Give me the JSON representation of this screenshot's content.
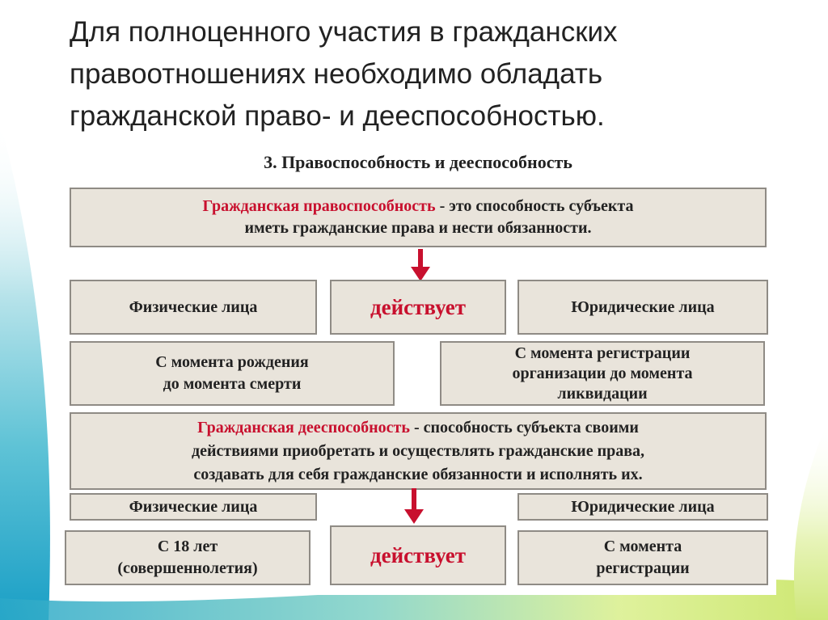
{
  "slide": {
    "title": "Для полноценного участия в гражданских\nправоотношениях необходимо обладать\nгражданской право- и дееспособностью."
  },
  "diagram": {
    "heading": "3. Правоспособность и дееспособность",
    "legal_capacity": {
      "term": "Гражданская правоспособность",
      "definition_line1": " - это способность субъекта",
      "definition_line2": "иметь гражданские права и нести обязанности."
    },
    "row1": {
      "left": "Физические лица",
      "center": "действует",
      "right": "Юридические лица"
    },
    "row2": {
      "left_line1": "С момента рождения",
      "left_line2": "до момента смерти",
      "right_line1": "С момента регистрации",
      "right_line2": "организации до момента",
      "right_line3": "ликвидации"
    },
    "active_capacity": {
      "term": "Гражданская дееспособность",
      "definition_line1": " - способность субъекта своими",
      "definition_line2": "действиями приобретать и осуществлять гражданские права,",
      "definition_line3": "создавать для себя гражданские обязанности и исполнять их."
    },
    "row3": {
      "left": "Физические лица",
      "right": "Юридические лица"
    },
    "row4": {
      "left_line1": "С 18 лет",
      "left_line2": "(совершеннолетия)",
      "center": "действует",
      "right_line1": "С момента",
      "right_line2": "регистрации"
    }
  },
  "colors": {
    "box_fill": "#e9e4db",
    "box_border": "#8f8b85",
    "accent_red": "#c8102e",
    "text": "#222222"
  }
}
